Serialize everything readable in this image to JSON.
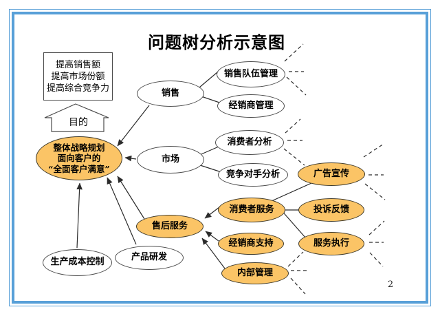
{
  "page": {
    "title": "问题树分析示意图",
    "page_number": "2"
  },
  "goal_box": {
    "text": "提高销售额\n提高市场份额\n提高综合竞争力"
  },
  "purpose_arrow": {
    "label": "目的"
  },
  "nodes": {
    "strategy": {
      "label": "整体战略规划\n面向客户的\n“全面客户满意”",
      "style": "orange"
    },
    "sales": {
      "label": "销售",
      "style": "white"
    },
    "market": {
      "label": "市场",
      "style": "white"
    },
    "sales_team": {
      "label": "销售队伍管理",
      "style": "white"
    },
    "dealer_mgmt": {
      "label": "经销商管理",
      "style": "white"
    },
    "consumer_analysis": {
      "label": "消费者分析",
      "style": "white"
    },
    "competitor_analysis": {
      "label": "竞争对手分析",
      "style": "white"
    },
    "ad_promo": {
      "label": "广告宣传",
      "style": "orange"
    },
    "consumer_service": {
      "label": "消费者服务",
      "style": "orange"
    },
    "complaint_feedback": {
      "label": "投诉反馈",
      "style": "orange"
    },
    "after_sales": {
      "label": "售后服务",
      "style": "orange"
    },
    "dealer_support": {
      "label": "经销商支持",
      "style": "orange"
    },
    "service_exec": {
      "label": "服务执行",
      "style": "orange"
    },
    "internal_mgmt": {
      "label": "内部管理",
      "style": "orange"
    },
    "prod_cost": {
      "label": "生产成本控制",
      "style": "white"
    },
    "product_rd": {
      "label": "产品研发",
      "style": "white"
    }
  },
  "edges": {
    "arrows": [
      {
        "from": "sales",
        "to": "strategy"
      },
      {
        "from": "market",
        "to": "strategy"
      },
      {
        "from": "after_sales",
        "to": "strategy"
      },
      {
        "from": "product_rd",
        "to": "strategy"
      },
      {
        "from": "prod_cost",
        "to": "strategy"
      },
      {
        "from": "consumer_service",
        "to": "after_sales"
      },
      {
        "from": "dealer_support",
        "to": "after_sales"
      },
      {
        "from": "internal_mgmt",
        "to": "after_sales"
      }
    ],
    "links": [
      {
        "from": "sales",
        "to": "sales_team"
      },
      {
        "from": "sales",
        "to": "dealer_mgmt"
      },
      {
        "from": "market",
        "to": "consumer_analysis"
      },
      {
        "from": "market",
        "to": "competitor_analysis"
      },
      {
        "from": "consumer_service",
        "to": "ad_promo"
      },
      {
        "from": "consumer_service",
        "to": "complaint_feedback"
      },
      {
        "from": "consumer_service",
        "to": "service_exec"
      }
    ],
    "dashed_continuations_at": [
      "sales_team",
      "consumer_analysis",
      "ad_promo",
      "service_exec",
      "internal_mgmt"
    ]
  },
  "colors": {
    "frame_blue": "#58A0D8",
    "node_orange": "#FBC466",
    "node_white": "#FFFFFF",
    "line_black": "#2B2B2B"
  }
}
